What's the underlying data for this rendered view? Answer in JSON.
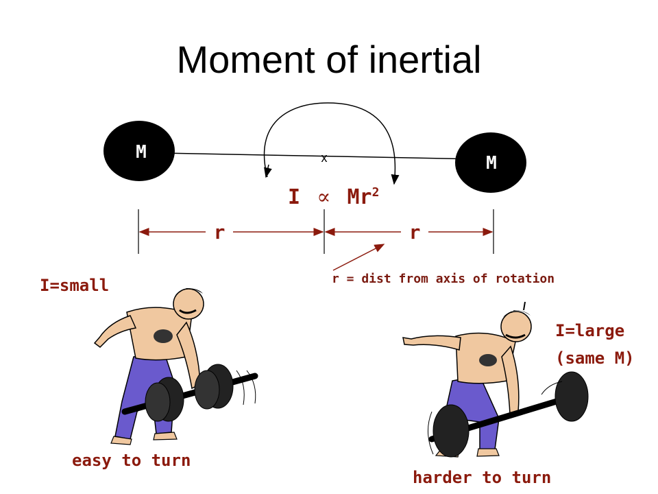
{
  "title": "Moment of inertial",
  "masses": {
    "left_label": "M",
    "right_label": "M"
  },
  "axis_marker": "x",
  "formula": {
    "lhs": "I",
    "symbol": "∝",
    "rhs": "Mr",
    "exponent": "2"
  },
  "radius_labels": {
    "left": "r",
    "right": "r"
  },
  "radius_note": "r = dist from axis of rotation",
  "left_case": {
    "heading": "I=small",
    "caption": "easy to turn"
  },
  "right_case": {
    "heading_line1": "I=large",
    "heading_line2": "(same M)",
    "caption": "harder to turn"
  },
  "colors": {
    "accent_text": "#8b1a0d",
    "arrow": "#8b1a0d",
    "mass_fill": "#000000",
    "trousers": "#6a5acd",
    "skin": "#f0c8a0"
  }
}
